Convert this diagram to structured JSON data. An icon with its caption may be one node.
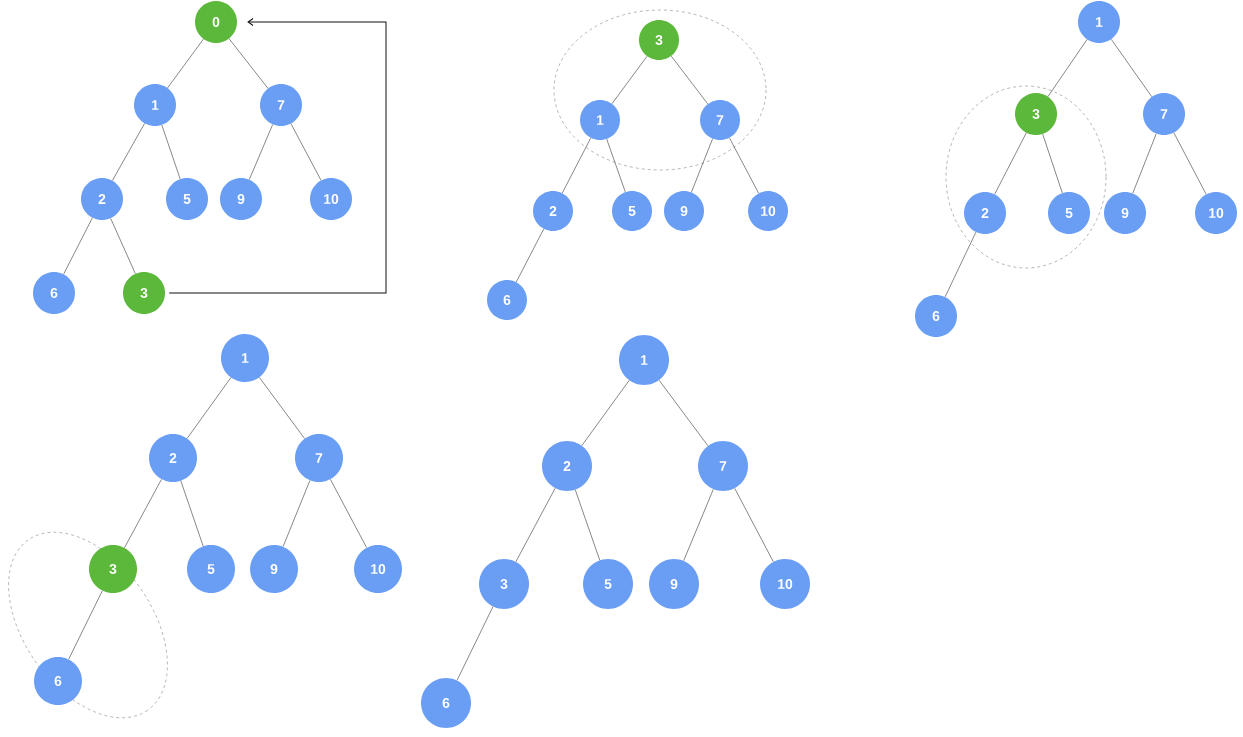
{
  "diagram": {
    "nodes": [
      {
        "text": [
          "0"
        ]
      },
      {
        "text": [
          "1"
        ]
      },
      {
        "text": [
          "7"
        ]
      },
      {
        "text": [
          "2"
        ]
      },
      {
        "text": [
          "5"
        ]
      },
      {
        "text": [
          "9"
        ]
      },
      {
        "text": [
          "10"
        ]
      },
      {
        "text": [
          "6"
        ]
      },
      {
        "text": [
          "3"
        ]
      },
      {
        "text": [
          "3"
        ]
      },
      {
        "text": [
          "1"
        ]
      },
      {
        "text": [
          "7"
        ]
      },
      {
        "text": [
          "2"
        ]
      },
      {
        "text": [
          "5"
        ]
      },
      {
        "text": [
          "9"
        ]
      },
      {
        "text": [
          "10"
        ]
      },
      {
        "text": [
          "6"
        ]
      },
      {
        "text": [
          "1"
        ]
      },
      {
        "text": [
          "3"
        ]
      },
      {
        "text": [
          "7"
        ]
      },
      {
        "text": [
          "2"
        ]
      },
      {
        "text": [
          "5"
        ]
      },
      {
        "text": [
          "9"
        ]
      },
      {
        "text": [
          "10"
        ]
      },
      {
        "text": [
          "6"
        ]
      },
      {
        "text": [
          "1"
        ]
      },
      {
        "text": [
          "2"
        ]
      },
      {
        "text": [
          "7"
        ]
      },
      {
        "text": [
          "3"
        ]
      },
      {
        "text": [
          "5"
        ]
      },
      {
        "text": [
          "9"
        ]
      },
      {
        "text": [
          "10"
        ]
      },
      {
        "text": [
          "6"
        ]
      },
      {
        "text": [
          "1"
        ]
      },
      {
        "text": [
          "2"
        ]
      },
      {
        "text": [
          "7"
        ]
      },
      {
        "text": [
          "3"
        ]
      },
      {
        "text": [
          "5"
        ]
      },
      {
        "text": [
          "9"
        ]
      },
      {
        "text": [
          "10"
        ]
      },
      {
        "text": [
          "6"
        ]
      }
    ],
    "edges": [
      {
        "from": 0,
        "to": 1,
        "arrow": "none"
      },
      {
        "from": 0,
        "to": 2,
        "arrow": "none"
      },
      {
        "from": 1,
        "to": 3,
        "arrow": "none"
      },
      {
        "from": 1,
        "to": 4,
        "arrow": "none"
      },
      {
        "from": 2,
        "to": 5,
        "arrow": "none"
      },
      {
        "from": 2,
        "to": 6,
        "arrow": "none"
      },
      {
        "from": 3,
        "to": 7,
        "arrow": "none"
      },
      {
        "from": 3,
        "to": 8,
        "arrow": "none"
      },
      {
        "from": 8,
        "to": 0,
        "arrow": "to",
        "color": "#111111"
      },
      {
        "from": 9,
        "to": 10,
        "arrow": "none"
      },
      {
        "from": 9,
        "to": 11,
        "arrow": "none"
      },
      {
        "from": 10,
        "to": 12,
        "arrow": "none"
      },
      {
        "from": 10,
        "to": 13,
        "arrow": "none"
      },
      {
        "from": 11,
        "to": 14,
        "arrow": "none"
      },
      {
        "from": 11,
        "to": 15,
        "arrow": "none"
      },
      {
        "from": 12,
        "to": 16,
        "arrow": "none"
      },
      {
        "from": 17,
        "to": 18,
        "arrow": "none"
      },
      {
        "from": 17,
        "to": 19,
        "arrow": "none"
      },
      {
        "from": 18,
        "to": 20,
        "arrow": "none"
      },
      {
        "from": 18,
        "to": 21,
        "arrow": "none"
      },
      {
        "from": 19,
        "to": 22,
        "arrow": "none"
      },
      {
        "from": 19,
        "to": 23,
        "arrow": "none"
      },
      {
        "from": 20,
        "to": 24,
        "arrow": "none"
      },
      {
        "from": 25,
        "to": 26,
        "arrow": "none"
      },
      {
        "from": 25,
        "to": 27,
        "arrow": "none"
      },
      {
        "from": 26,
        "to": 28,
        "arrow": "none"
      },
      {
        "from": 26,
        "to": 29,
        "arrow": "none"
      },
      {
        "from": 27,
        "to": 30,
        "arrow": "none"
      },
      {
        "from": 27,
        "to": 31,
        "arrow": "none"
      },
      {
        "from": 28,
        "to": 32,
        "arrow": "none"
      },
      {
        "from": 33,
        "to": 34,
        "arrow": "none"
      },
      {
        "from": 33,
        "to": 35,
        "arrow": "none"
      },
      {
        "from": 34,
        "to": 36,
        "arrow": "none"
      },
      {
        "from": 34,
        "to": 37,
        "arrow": "none"
      },
      {
        "from": 35,
        "to": 38,
        "arrow": "none"
      },
      {
        "from": 35,
        "to": 39,
        "arrow": "none"
      },
      {
        "from": 36,
        "to": 40,
        "arrow": "none"
      }
    ]
  }
}
